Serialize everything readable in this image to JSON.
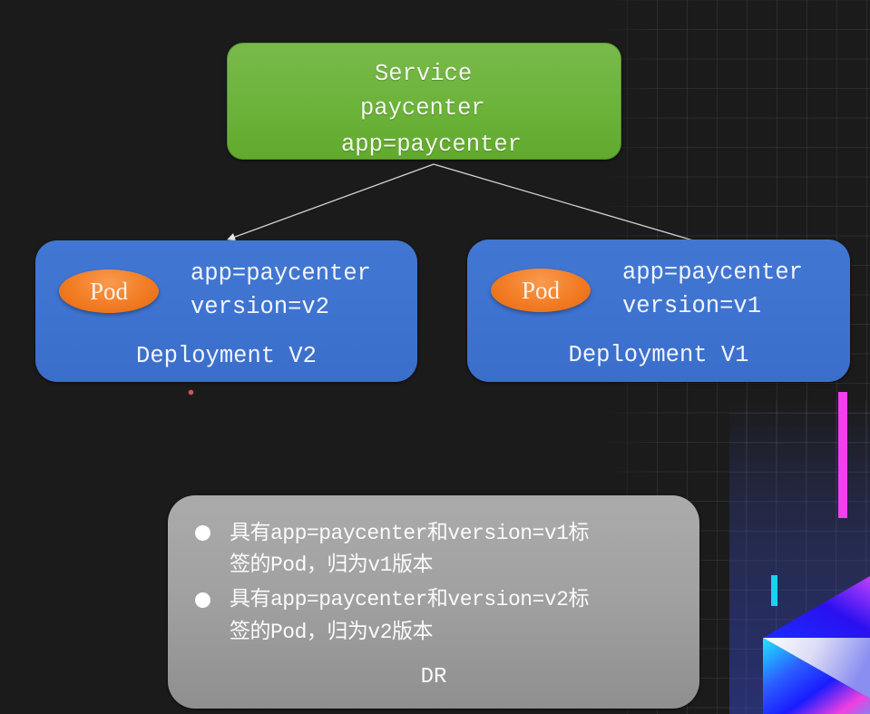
{
  "diagram": {
    "service": {
      "title": "Service",
      "name": "paycenter",
      "selector": "app=paycenter",
      "color": "#6cb33a"
    },
    "deployments": [
      {
        "id": "v2",
        "pod_label": "Pod",
        "labels": [
          "app=paycenter",
          "version=v2"
        ],
        "name": "Deployment V2",
        "color": "#3e72cf"
      },
      {
        "id": "v1",
        "pod_label": "Pod",
        "labels": [
          "app=paycenter",
          "version=v1"
        ],
        "name": "Deployment V1",
        "color": "#3e72cf"
      }
    ],
    "edges": [
      {
        "from": "service",
        "to": "deployment-v2",
        "type": "arrow"
      },
      {
        "from": "service",
        "to": "deployment-v1",
        "type": "arrow"
      }
    ],
    "destination_rule": {
      "title": "DR",
      "rules": [
        {
          "text": "具有app=paycenter和version=v1标签的Pod，归为v1版本",
          "lines": [
            "具有app=paycenter和version=v1标",
            "签的Pod，归为v1版本"
          ]
        },
        {
          "text": "具有app=paycenter和version=v2标签的Pod，归为v2版本",
          "lines": [
            "具有app=paycenter和version=v2标",
            "签的Pod，归为v2版本"
          ]
        }
      ],
      "color": "#a0a0a0"
    },
    "colors": {
      "background": "#1b1b1b",
      "pod": "#f27c24",
      "arrow": "#d8d8d8",
      "accent_magenta": "#f040f0",
      "accent_cyan": "#19d3f0",
      "panel_navy": "#283070"
    }
  }
}
